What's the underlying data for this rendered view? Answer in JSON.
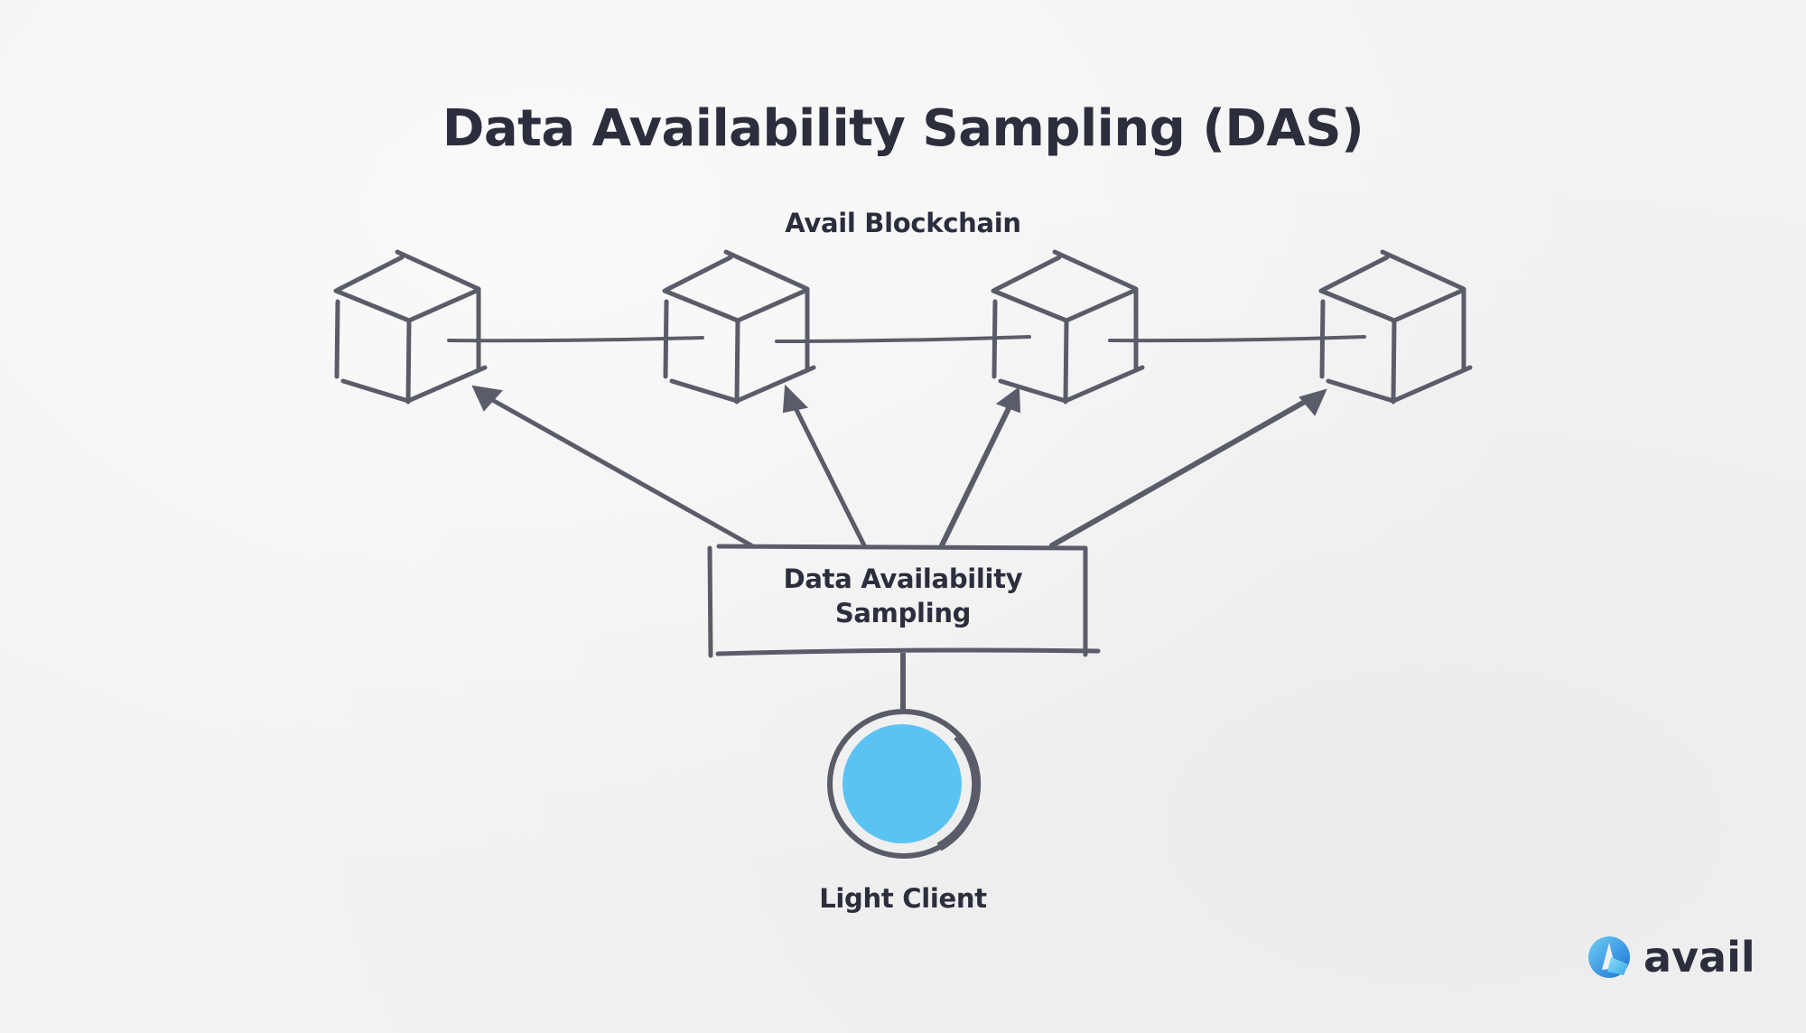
{
  "title": "Data Availability Sampling (DAS)",
  "chain_label": "Avail Blockchain",
  "blocks": [
    {
      "name": "block-1"
    },
    {
      "name": "block-2"
    },
    {
      "name": "block-3"
    },
    {
      "name": "block-4"
    }
  ],
  "das_box": {
    "line1": "Data Availability",
    "line2": "Sampling"
  },
  "client_label": "Light Client",
  "logo": {
    "text": "avail",
    "icon": "avail-logo-icon"
  },
  "colors": {
    "stroke": "#5b5c69",
    "text": "#2c2e3d",
    "client_fill": "#5ac3f2",
    "background": "#f2f2f2"
  }
}
